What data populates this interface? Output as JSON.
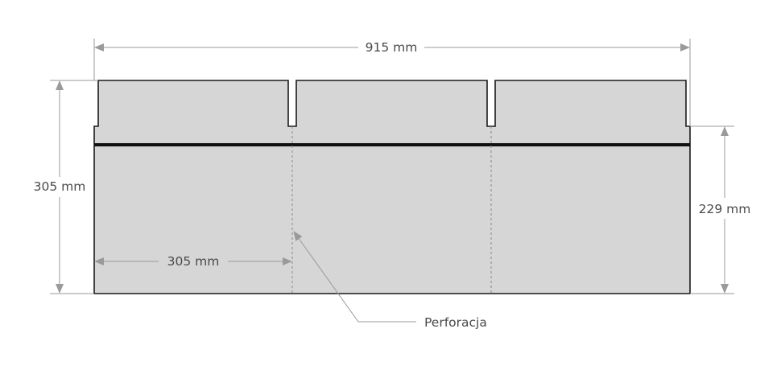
{
  "diagram": {
    "dimensions": {
      "total_width": "915 mm",
      "total_height": "305 mm",
      "lower_height": "229 mm",
      "tab_width": "305 mm"
    },
    "callout": {
      "perforation": "Perforacja"
    },
    "colors": {
      "shingle_fill": "#d6d6d6",
      "outline": "#1a1a1a",
      "dimension_line": "#9a9a9a",
      "perforation_line": "#8a8a8a",
      "text": "#4a4a4a"
    }
  }
}
